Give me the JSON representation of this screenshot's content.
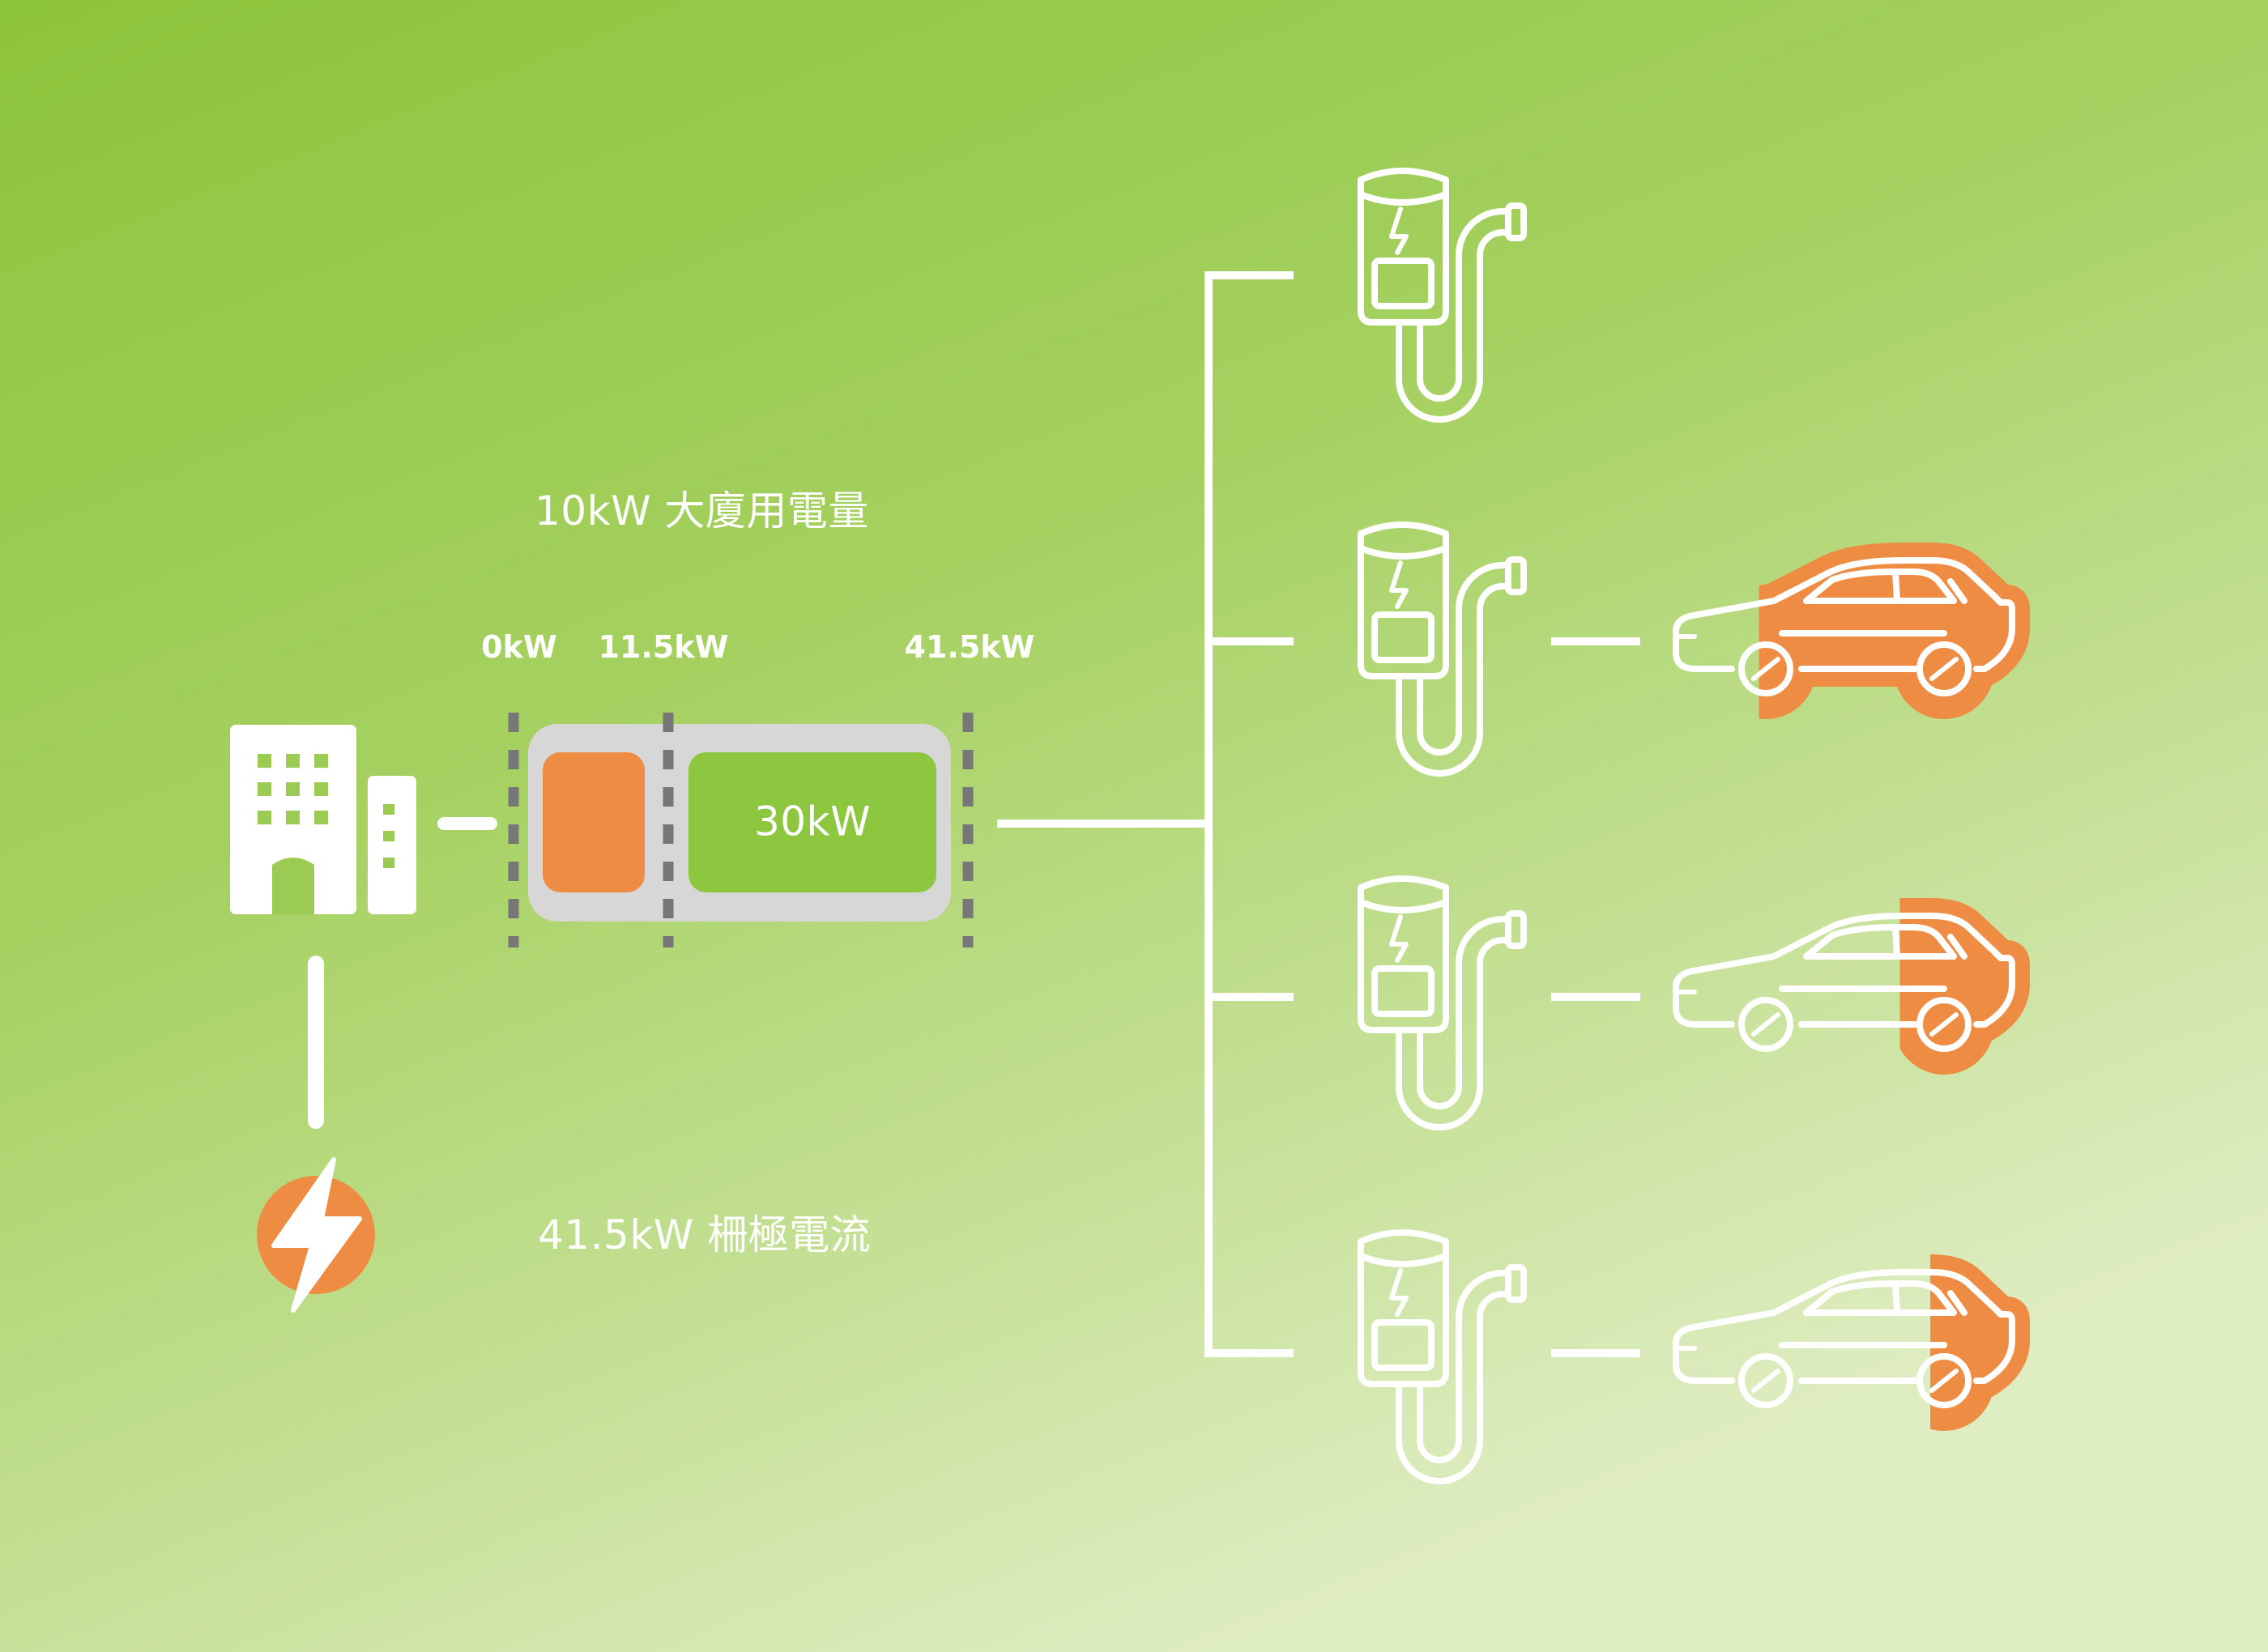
{
  "labels": {
    "building_usage": "10kW 大廈用電量",
    "grid_current": "41.5kW 柵極電流",
    "scale_start": "0kW",
    "scale_mid": "11.5kW",
    "scale_end": "41.5kW",
    "capacity_value": "30kW"
  },
  "colors": {
    "background_top": "#8cc43a",
    "background_bottom": "#dfedc2",
    "accent_orange": "#ee8c43",
    "capacity_green": "#8dc63f",
    "bar_frame": "#d7d7d7",
    "marker_gray": "#777777",
    "line_white": "#ffffff"
  },
  "icons": {
    "building": "building-icon",
    "power_source": "lightning-bolt-icon",
    "charger": "ev-charger-icon",
    "car": "car-icon"
  },
  "chargers": [
    {
      "name": "charger-1",
      "connected_car": false,
      "car_charge_fraction": 0
    },
    {
      "name": "charger-2",
      "connected_car": true,
      "car_charge_fraction": 0.72
    },
    {
      "name": "charger-3",
      "connected_car": true,
      "car_charge_fraction": 0.35
    },
    {
      "name": "charger-4",
      "connected_car": true,
      "car_charge_fraction": 0.27
    }
  ]
}
